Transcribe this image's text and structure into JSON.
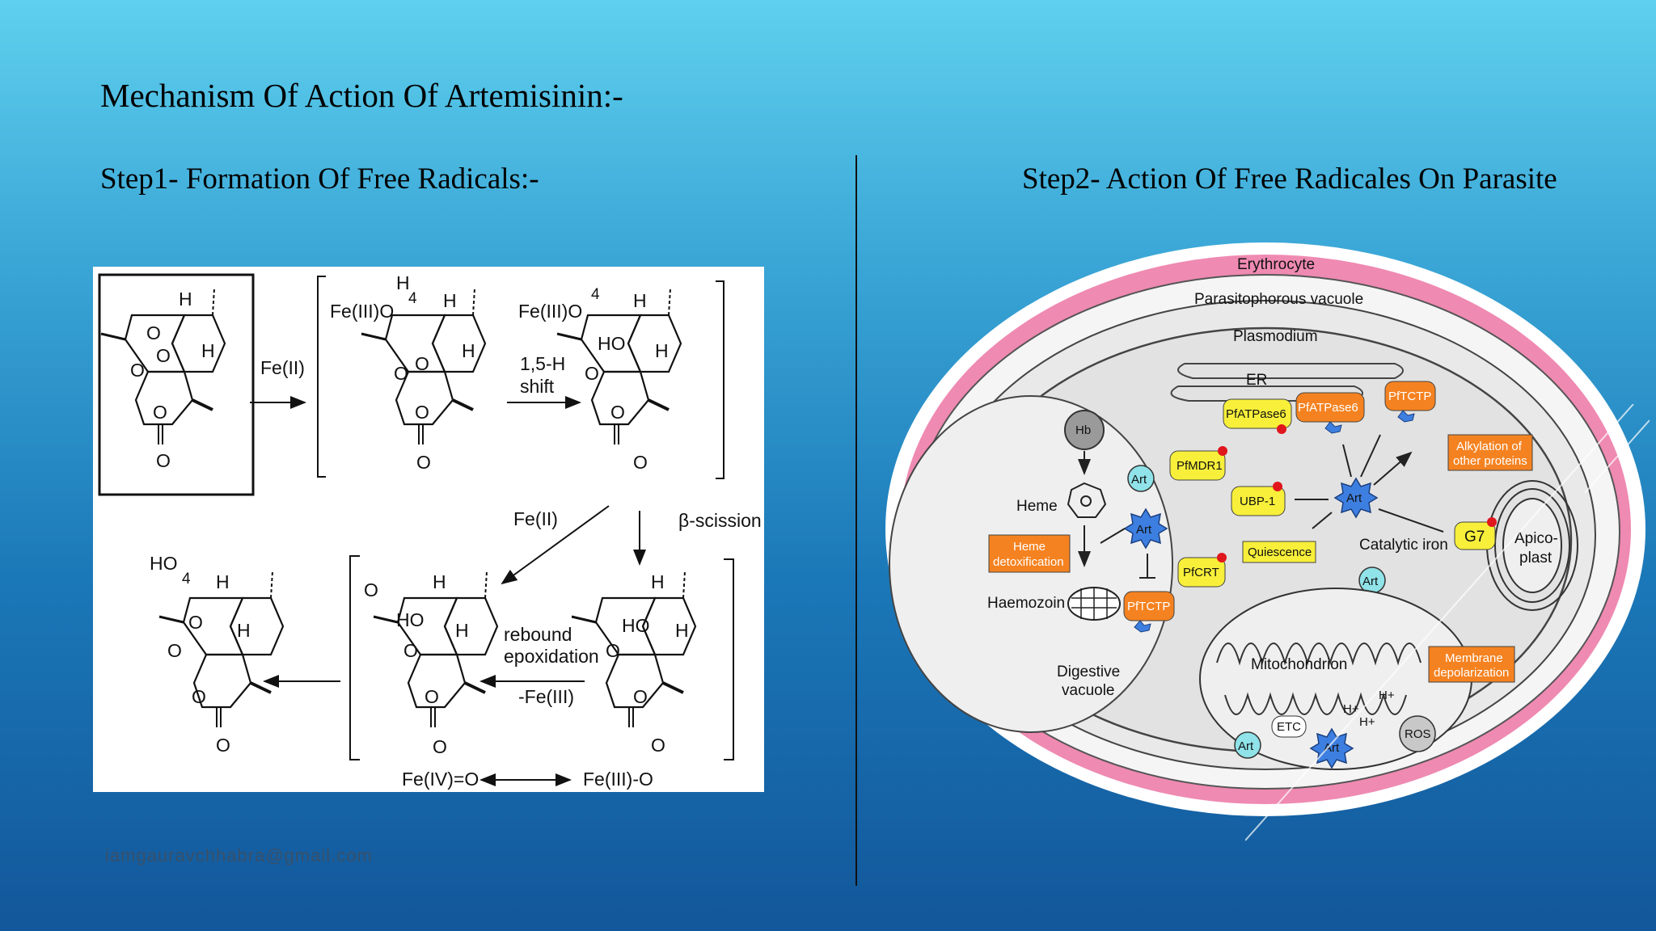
{
  "slide": {
    "title": "Mechanism Of Action Of Artemisinin:-",
    "step1_heading": "Step1- Formation Of Free Radicals:-",
    "step2_heading": "Step2- Action Of Free Radicales On Parasite",
    "email": "iamgauravchhabra@gmail.com"
  },
  "colors": {
    "background_top": "#5fd0ee",
    "background_bottom": "#12579a",
    "cell_pink": "#ef8ab2",
    "cell_gray": "#e4e4e4",
    "art_blue": "#3d7fe0",
    "label_orange": "#f58220",
    "label_yellow": "#f7ef3a"
  },
  "chem": {
    "fe2_1": "Fe(II)",
    "fe3o_1": "Fe(III)O",
    "fe3o_2": "Fe(III)O",
    "pos4_a": "4",
    "pos4_b": "4",
    "pos4_c": "4",
    "shift_1": "1,5-H",
    "shift_2": "shift",
    "fe2_2": "Fe(II)",
    "beta_scission": "β-scission",
    "rebound_1": "rebound",
    "rebound_2": "epoxidation",
    "minus_fe3": "-Fe(III)",
    "fe4o": "Fe(IV)=O",
    "fe3o_radical": "Fe(III)-O",
    "atom_h": "H",
    "atom_o": "O",
    "atom_ho": "HO"
  },
  "cell": {
    "erythrocyte": "Erythrocyte",
    "parasitophorous_vacuole": "Parasitophorous vacuole",
    "plasmodium": "Plasmodium",
    "er": "ER",
    "hb": "Hb",
    "heme": "Heme",
    "heme_detox_1": "Heme",
    "heme_detox_2": "detoxification",
    "haemozoin": "Haemozoin",
    "digestive_1": "Digestive",
    "digestive_2": "vacuole",
    "art": "Art",
    "pfmdr1": "PfMDR1",
    "pfcrt": "PfCRT",
    "pftctp": "PfTCTP",
    "pfatpase6": "PfATPase6",
    "ubp1": "UBP-1",
    "quiescence": "Quiescence",
    "catalytic_iron": "Catalytic iron",
    "alkylation_1": "Alkylation of",
    "alkylation_2": "other proteins",
    "g7": "G7",
    "apicoplast_1": "Apico-",
    "apicoplast_2": "plast",
    "mitochondrion": "Mitochondrion",
    "membrane_1": "Membrane",
    "membrane_2": "depolarization",
    "etc": "ETC",
    "h_plus": "H+",
    "ros": "ROS"
  }
}
